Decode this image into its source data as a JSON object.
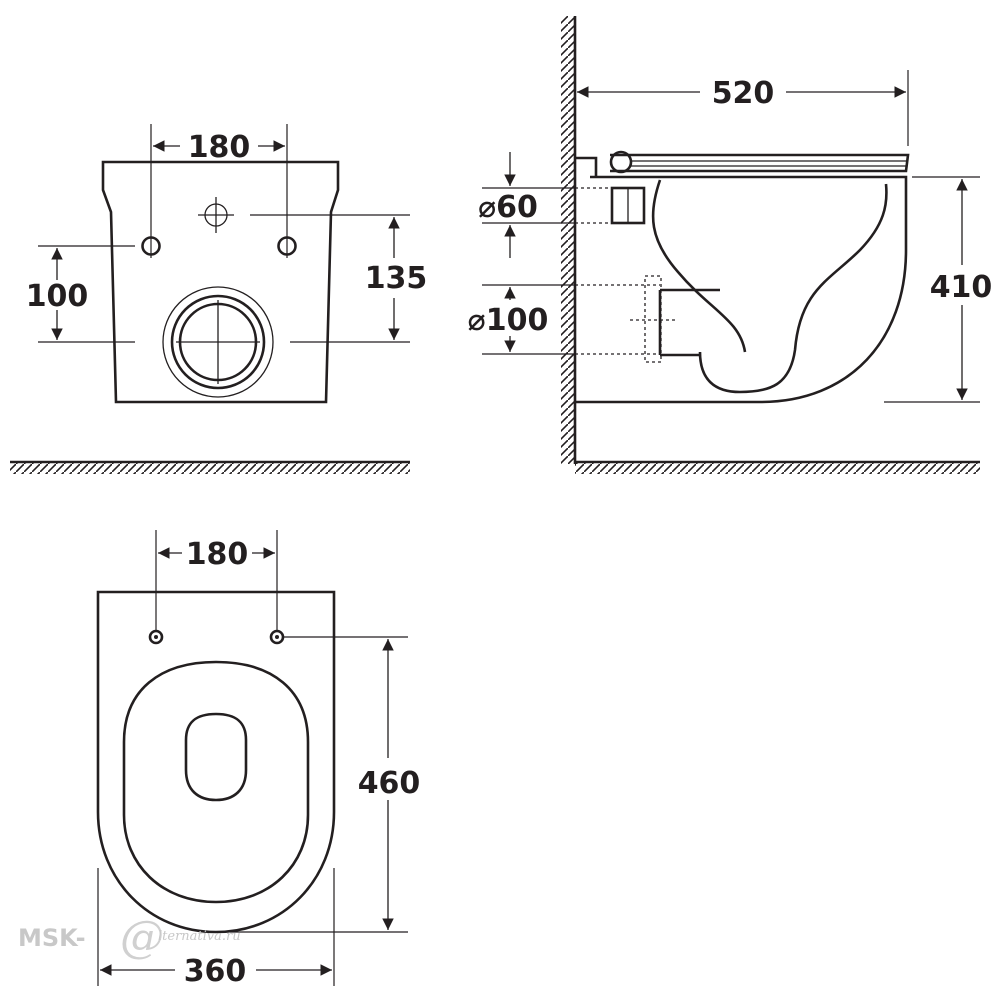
{
  "front_view": {
    "dim_width_bolts": "180",
    "dim_height_bolts": "100",
    "dim_height_inlet": "135"
  },
  "side_view": {
    "dim_length": "520",
    "dim_height": "410",
    "dim_inlet_diameter": "⌀60",
    "dim_outlet_diameter": "⌀100"
  },
  "top_view": {
    "dim_width_bolts": "180",
    "dim_length": "460",
    "dim_width": "360"
  },
  "watermark": {
    "brand": "MSK-",
    "script": "lternativa.ru"
  }
}
